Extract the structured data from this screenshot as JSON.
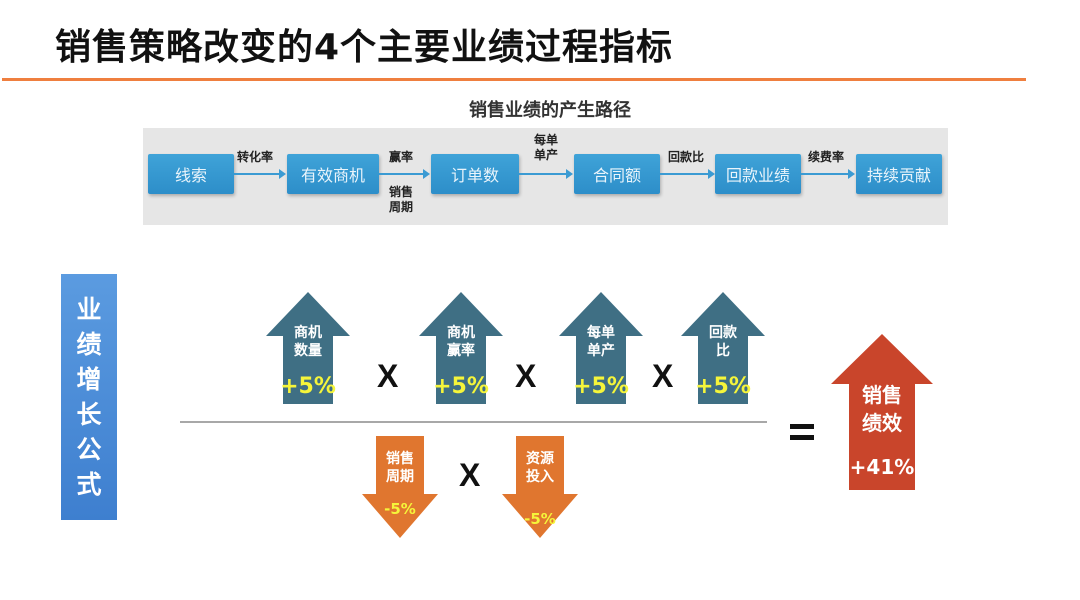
{
  "title": "销售策略改变的4个主要业绩过程指标",
  "path": {
    "title": "销售业绩的产生路径",
    "nodes": [
      "线索",
      "有效商机",
      "订单数",
      "合同额",
      "回款业绩",
      "持续贡献"
    ],
    "connectors": [
      {
        "above": "转化率",
        "below": ""
      },
      {
        "above": "赢率",
        "below": "销售\n周期"
      },
      {
        "above": "每单\n单产",
        "below": ""
      },
      {
        "above": "回款比",
        "below": ""
      },
      {
        "above": "续费率",
        "below": ""
      }
    ]
  },
  "formula": {
    "side_label": [
      "业",
      "绩",
      "增",
      "长",
      "公",
      "式"
    ],
    "numerator": [
      {
        "label_1": "商机",
        "label_2": "数量",
        "value": "+5%"
      },
      {
        "label_1": "商机",
        "label_2": "赢率",
        "value": "+5%"
      },
      {
        "label_1": "每单",
        "label_2": "单产",
        "value": "+5%"
      },
      {
        "label_1": "回款",
        "label_2": "比",
        "value": "+5%"
      }
    ],
    "denominator": [
      {
        "label_1": "销售",
        "label_2": "周期",
        "value": "-5%"
      },
      {
        "label_1": "资源",
        "label_2": "投入",
        "value": "-5%"
      }
    ],
    "multiply_symbol": "X",
    "result": {
      "label_1": "销售",
      "label_2": "绩效",
      "value": "+41%"
    }
  },
  "colors": {
    "accent_rule": "#ef7f3f",
    "node_blue": "#3399d3",
    "up_arrow": "#3f6f84",
    "down_arrow": "#e0762f",
    "result_arrow": "#c9452b",
    "percent_yellow": "#f5f53a",
    "side_bar": "#4a8ad8"
  }
}
